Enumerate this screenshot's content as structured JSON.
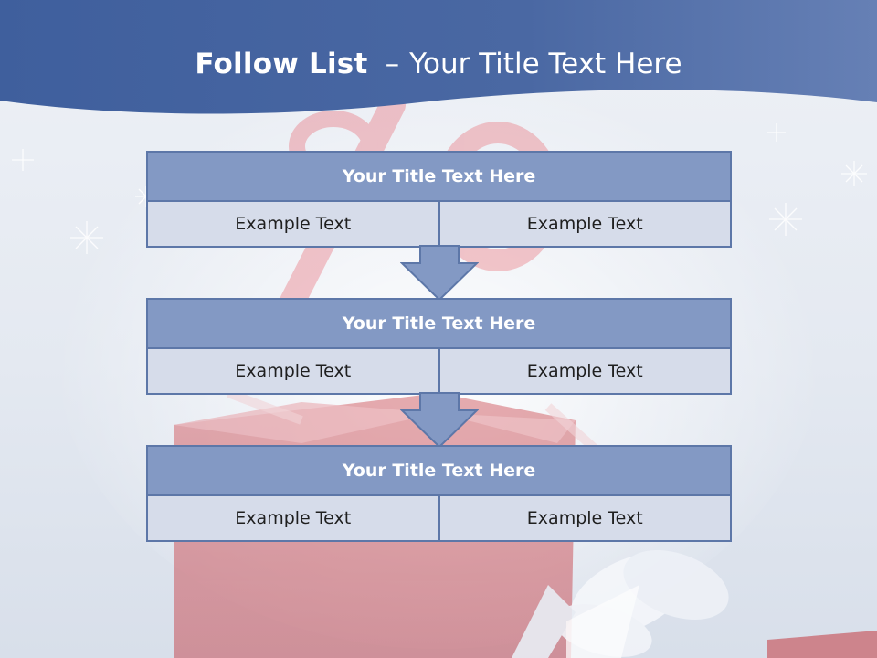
{
  "slide": {
    "title_bold": "Follow List",
    "title_separator": "–",
    "title_rest": "Your Title Text Here"
  },
  "blocks": [
    {
      "title": "Your Title Text Here",
      "left_text": "Example Text",
      "right_text": "Example Text"
    },
    {
      "title": "Your Title Text Here",
      "left_text": "Example Text",
      "right_text": "Example Text"
    },
    {
      "title": "Your Title Text Here",
      "left_text": "Example Text",
      "right_text": "Example Text"
    }
  ],
  "colors": {
    "header_blue": "#4a68a3",
    "block_title_fill": "#8399c4",
    "block_border": "#5d77a8",
    "cell_fill": "#d6dcea",
    "arrow_fill": "#8399c4"
  }
}
